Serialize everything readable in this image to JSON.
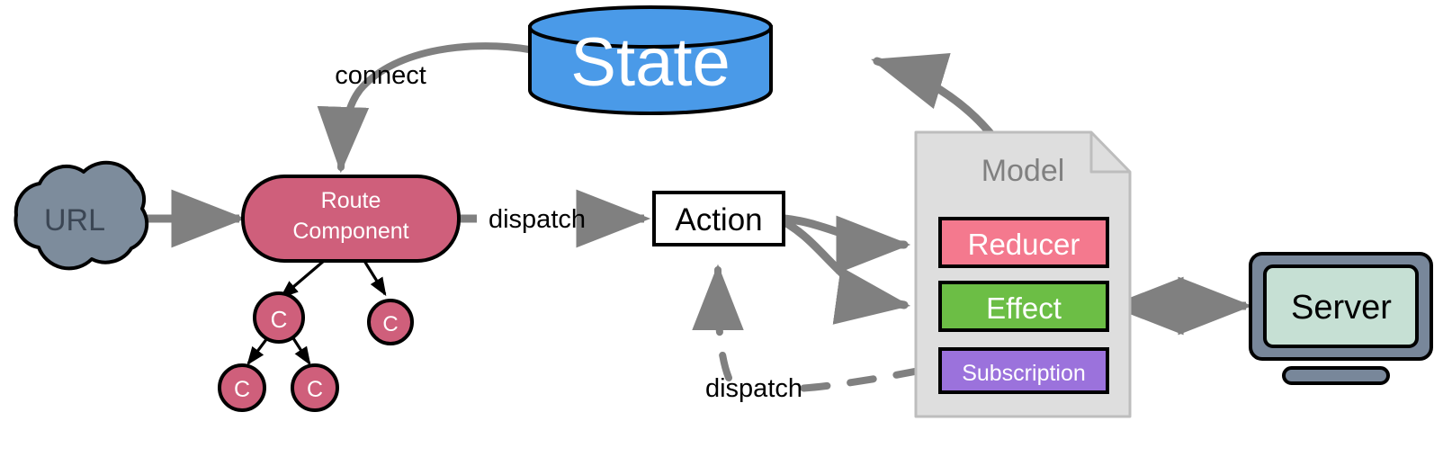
{
  "diagram": {
    "title": "Redux / NgRx style data flow diagram",
    "nodes": {
      "url": {
        "label": "URL",
        "shape": "cloud",
        "fill": "#7d8c9c",
        "text_color": "#3b4654"
      },
      "route_component": {
        "label_line1": "Route",
        "label_line2": "Component",
        "shape": "rounded-rect",
        "fill": "#cf5f7b",
        "text_color": "#ffffff"
      },
      "state": {
        "label": "State",
        "shape": "cylinder",
        "fill": "#4a9ae8",
        "text_color": "#ffffff"
      },
      "action": {
        "label": "Action",
        "shape": "rect",
        "fill": "#ffffff",
        "text_color": "#000000"
      },
      "model": {
        "label": "Model",
        "shape": "document",
        "fill": "#dedede",
        "text_color": "#808080"
      },
      "reducer": {
        "label": "Reducer",
        "shape": "rect",
        "fill": "#f4798e",
        "text_color": "#ffffff"
      },
      "effect": {
        "label": "Effect",
        "shape": "rect",
        "fill": "#6cbe45",
        "text_color": "#ffffff"
      },
      "subscription": {
        "label": "Subscription",
        "shape": "rect",
        "fill": "#9b72dc",
        "text_color": "#ffffff"
      },
      "server": {
        "label": "Server",
        "shape": "monitor",
        "bezel": "#78879a",
        "screen": "#c6e0d4",
        "text_color": "#000000"
      }
    },
    "component_tree": {
      "nodes": [
        {
          "label": "C",
          "id": "c1"
        },
        {
          "label": "C",
          "id": "c2"
        },
        {
          "label": "C",
          "id": "c3"
        },
        {
          "label": "C",
          "id": "c4"
        }
      ],
      "fill": "#cf5f7b",
      "text_color": "#ffffff"
    },
    "edges": [
      {
        "id": "url-to-route",
        "label": "",
        "from": "url",
        "to": "route_component",
        "style": "solid"
      },
      {
        "id": "state-to-route",
        "label": "connect",
        "from": "state",
        "to": "route_component",
        "style": "solid"
      },
      {
        "id": "route-to-action",
        "label": "dispatch",
        "from": "route_component",
        "to": "action",
        "style": "solid"
      },
      {
        "id": "action-to-reducer",
        "label": "",
        "from": "action",
        "to": "reducer",
        "style": "solid"
      },
      {
        "id": "action-to-effect",
        "label": "",
        "from": "action",
        "to": "effect",
        "style": "solid"
      },
      {
        "id": "reducer-to-state",
        "label": "",
        "from": "model",
        "to": "state",
        "style": "solid"
      },
      {
        "id": "effect-to-server",
        "label": "",
        "from": "effect",
        "to": "server",
        "style": "bidirectional"
      },
      {
        "id": "subscription-to-action",
        "label": "dispatch",
        "from": "subscription",
        "to": "action",
        "style": "dashed"
      }
    ],
    "labels": {
      "connect": "connect",
      "dispatch_top": "dispatch",
      "dispatch_bottom": "dispatch"
    },
    "colors": {
      "arrow_gray": "#808080",
      "stroke_black": "#000000",
      "model_border": "#b8b8b8"
    }
  }
}
